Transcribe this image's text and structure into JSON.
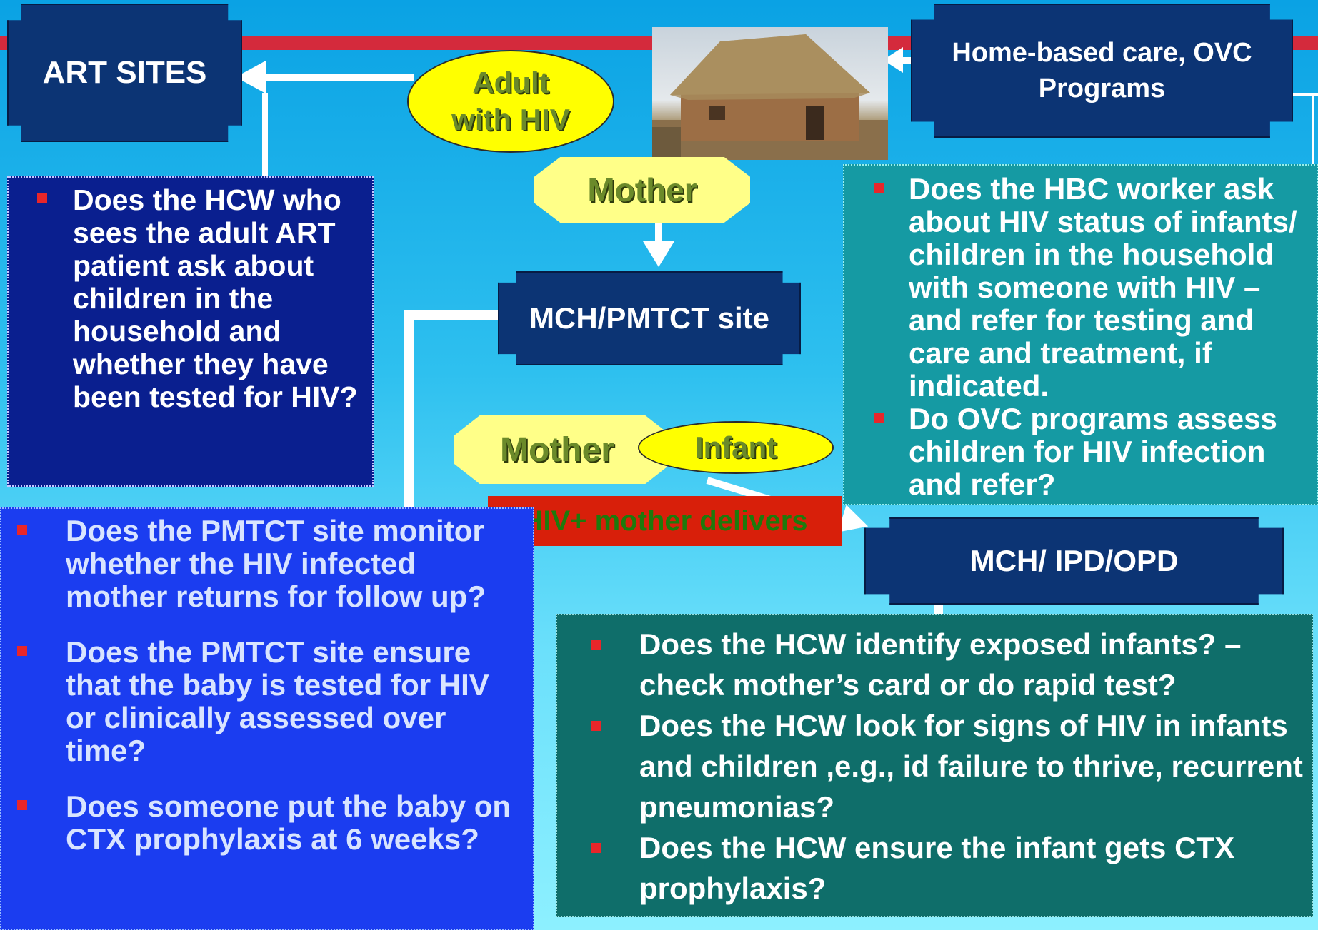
{
  "art_sites": {
    "label": "ART SITES"
  },
  "adult_with_hiv": {
    "line1": "Adult",
    "line2": "with HIV"
  },
  "home_based_care": {
    "label": "Home-based care, OVC Programs"
  },
  "mother_top": {
    "label": "Mother"
  },
  "mch_pmtct": {
    "label": "MCH/PMTCT site"
  },
  "mother_infant": {
    "mother": "Mother",
    "infant": "Infant"
  },
  "hiv_mother_delivers": {
    "label": "HIV+ mother delivers"
  },
  "mch_ipd_opd": {
    "label": "MCH/ IPD/OPD"
  },
  "art_panel": {
    "items": [
      "Does the HCW who sees the adult ART patient ask about children in the household and whether they have been tested for HIV?"
    ]
  },
  "hbc_panel": {
    "items": [
      "Does the HBC worker ask about HIV status of infants/ children in the household with someone with HIV – and refer for testing and care and treatment, if indicated.",
      "Do OVC programs assess children for HIV infection and refer?"
    ]
  },
  "pmtct_panel": {
    "items": [
      "Does the PMTCT site monitor whether the HIV infected mother returns for follow up?",
      "Does the PMTCT site ensure that the baby is tested for HIV or clinically assessed over time?",
      "Does someone put the baby on CTX prophylaxis at 6 weeks?"
    ]
  },
  "mch_panel": {
    "items": [
      " Does the HCW identify exposed infants? – check mother’s card or do rapid test?",
      "Does the HCW look for signs of HIV in infants and children ,e.g., id failure to thrive, recurrent pneumonias?",
      "Does the HCW ensure the infant gets CTX prophylaxis?"
    ]
  },
  "colors": {
    "navy": "#0c3474",
    "art_panel": "#0a1f8f",
    "hbc_panel": "#159aa3",
    "pmtct_panel": "#1b3df0",
    "mch_panel": "#0f6e6a",
    "red_bar": "#d42a3c",
    "delivers_box": "#d81f0a",
    "yellow": "#ffff00"
  }
}
